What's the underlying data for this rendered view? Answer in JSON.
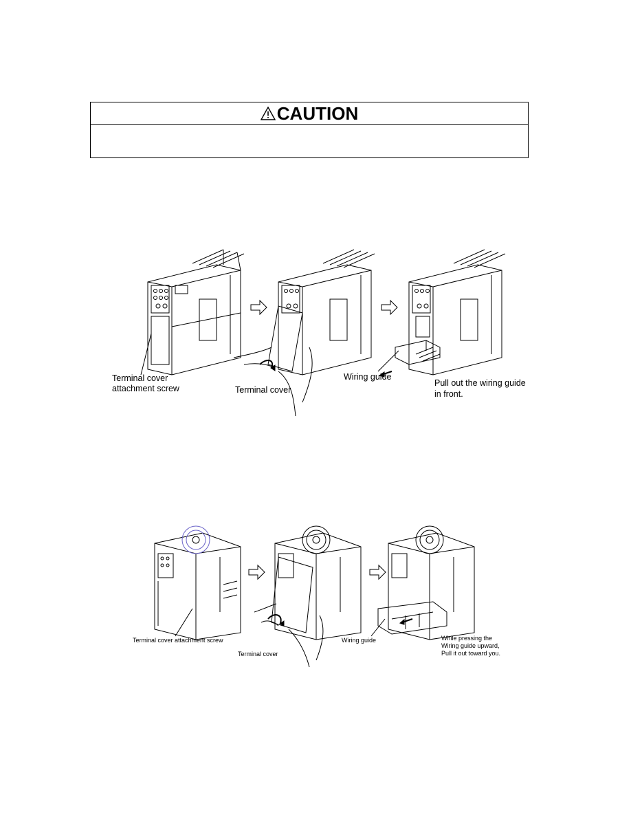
{
  "caution": {
    "title": "CAUTION",
    "icon": "warning-triangle-icon",
    "body": ""
  },
  "figure1": {
    "labels": {
      "screw_line1": "Terminal cover",
      "screw_line2": "attachment screw",
      "terminal_cover": "Terminal cover",
      "wiring_guide": "Wiring guide",
      "pull_line1": "Pull out the wiring guide",
      "pull_line2": "in front."
    }
  },
  "figure2": {
    "labels": {
      "screw": "Terminal cover attachment screw",
      "terminal_cover": "Terminal cover",
      "wiring_guide": "Wiring guide",
      "note_line1": "While pressing the",
      "note_line2": "Wiring guide upward,",
      "note_line3": "Pull it out toward you."
    }
  },
  "colors": {
    "line": "#000000",
    "fan_accent": "#6a63c8",
    "background": "#ffffff"
  }
}
